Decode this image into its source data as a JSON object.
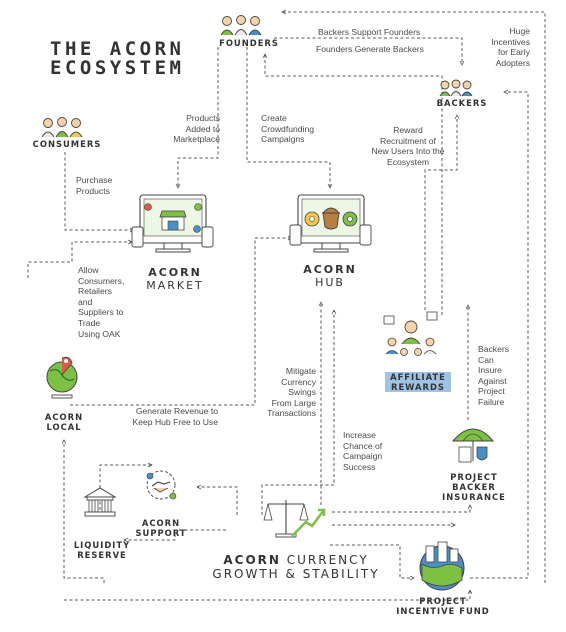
{
  "title": [
    "THE ACORN",
    "ECOSYSTEM"
  ],
  "nodes": {
    "founders": "FOUNDERS",
    "backers": "BACKERS",
    "consumers": "CONSUMERS",
    "market": {
      "brand": "ACORN",
      "name": "MARKET"
    },
    "hub": {
      "brand": "ACORN",
      "name": "HUB"
    },
    "affiliate": [
      "AFFILIATE",
      "REWARDS"
    ],
    "local": [
      "ACORN",
      "LOCAL"
    ],
    "support": [
      "ACORN",
      "SUPPORT"
    ],
    "liquidity": [
      "LIQUIDITY",
      "RESERVE"
    ],
    "insurance": [
      "PROJECT",
      "BACKER",
      "INSURANCE"
    ],
    "currency": {
      "brand": "ACORN",
      "name": "CURRENCY",
      "line2": "GROWTH & STABILITY"
    },
    "incentive": [
      "PROJECT",
      "INCENTIVE FUND"
    ]
  },
  "edges": {
    "backers_support_founders": "Backers Support Founders",
    "founders_generate_backers": "Founders Generate Backers",
    "huge_incentives": [
      "Huge",
      "Incentives",
      "for Early",
      "Adopters"
    ],
    "products_added": [
      "Products",
      "Added to",
      "Marketplace"
    ],
    "create_crowdfunding": [
      "Create",
      "Crowdfunding",
      "Campaigns"
    ],
    "reward_recruitment": [
      "Reward",
      "Recruitment of",
      "New Users Into the",
      "Ecosystem"
    ],
    "purchase_products": [
      "Purchase",
      "Products"
    ],
    "allow_consumers": [
      "Allow",
      "Consumers,",
      "Retailers",
      "and",
      "Suppliers to",
      "Trade",
      "Using OAK"
    ],
    "mitigate_currency": [
      "Mitigate",
      "Currency",
      "Swings",
      "From Large",
      "Transactions"
    ],
    "backers_can_insure": [
      "Backers",
      "Can",
      "Insure",
      "Against",
      "Project",
      "Failure"
    ],
    "generate_revenue": [
      "Generate Revenue to",
      "Keep Hub Free to Use"
    ],
    "increase_chance": [
      "Increase",
      "Chance of",
      "Campaign",
      "Success"
    ]
  },
  "colors": {
    "line": "#5a5a5a",
    "green": "#7dc142",
    "blue": "#4a90c8",
    "skin": "#f6d3a6",
    "hair": "#444444",
    "highlight": "#9fc3e3"
  }
}
